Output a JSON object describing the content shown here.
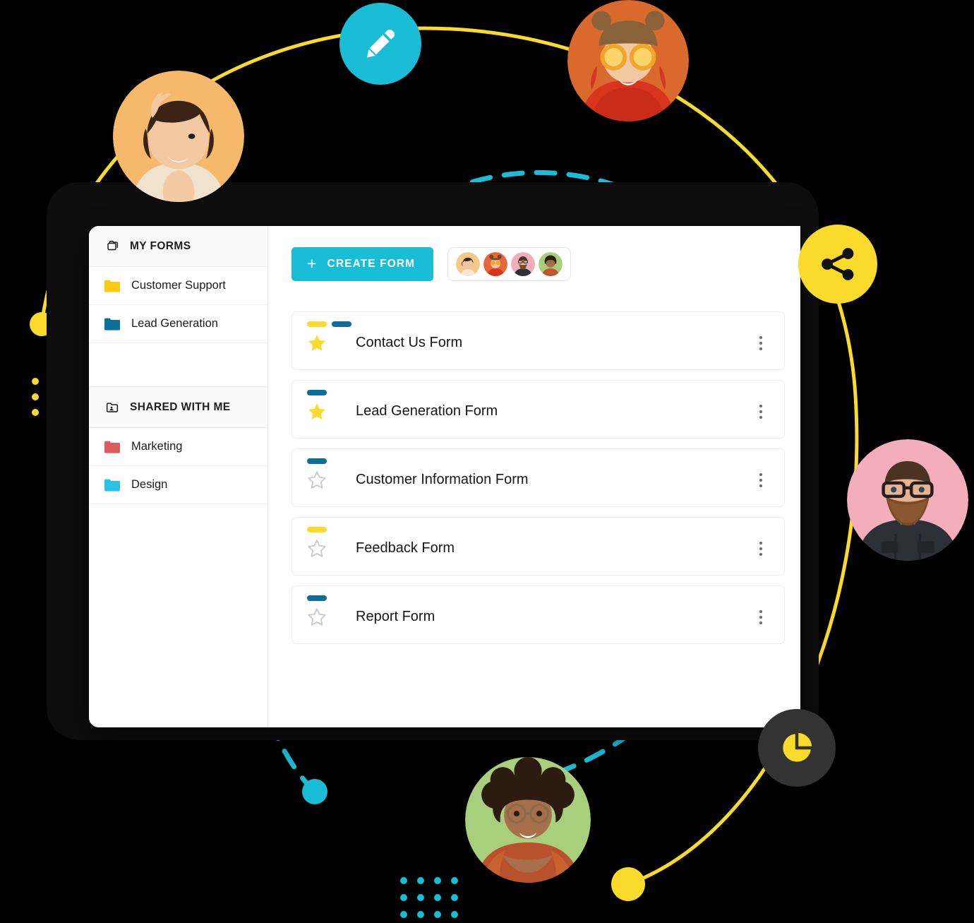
{
  "sidebar": {
    "sections": [
      {
        "icon": "folders-icon",
        "title": "MY FORMS",
        "items": [
          {
            "label": "Customer Support",
            "color": "#fdcb0c",
            "icon": "folder-icon"
          },
          {
            "label": "Lead Generation",
            "color": "#0b6e9b",
            "icon": "folder-icon"
          }
        ]
      },
      {
        "icon": "shared-folder-icon",
        "title": "SHARED WITH ME",
        "items": [
          {
            "label": "Marketing",
            "color": "#e05c5c",
            "icon": "folder-icon"
          },
          {
            "label": "Design",
            "color": "#29c3e8",
            "icon": "folder-icon"
          }
        ]
      }
    ]
  },
  "toolbar": {
    "create_label": "CREATE FORM",
    "create_plus": "+",
    "avatars": [
      {
        "name": "avatar-1",
        "bg": "#f6c98a",
        "skin": "#f0c5a0",
        "hair": "#3a2418",
        "shirt": "#f2e9d6"
      },
      {
        "name": "avatar-2",
        "bg": "#e8643c",
        "skin": "#f0c5a0",
        "hair": "#6b4a2a",
        "shirt": "#d8351f"
      },
      {
        "name": "avatar-3",
        "bg": "#f4aebb",
        "skin": "#e8bb9a",
        "hair": "#4a3324",
        "shirt": "#2d3036"
      },
      {
        "name": "avatar-4",
        "bg": "#a8cf7c",
        "skin": "#a9714a",
        "hair": "#2c1c12",
        "shirt": "#c1562e"
      }
    ]
  },
  "forms": [
    {
      "name": "Contact Us Form",
      "starred": true,
      "tags": [
        "#fada2a",
        "#0b6e9b"
      ]
    },
    {
      "name": "Lead Generation Form",
      "starred": true,
      "tags": [
        "#0b6e9b"
      ]
    },
    {
      "name": "Customer Information Form",
      "starred": false,
      "tags": [
        "#0b6e9b"
      ]
    },
    {
      "name": "Feedback Form",
      "starred": false,
      "tags": [
        "#fada2a"
      ]
    },
    {
      "name": "Report Form",
      "starred": false,
      "tags": [
        "#0b6e9b"
      ]
    }
  ],
  "badges": [
    {
      "name": "pencil-badge",
      "icon": "pencil-icon",
      "bg": "#19bdd6"
    },
    {
      "name": "share-badge",
      "icon": "share-icon",
      "bg": "#fada2a"
    },
    {
      "name": "chart-badge",
      "icon": "pie-chart-icon",
      "bg": "#333333"
    }
  ],
  "photos": [
    {
      "name": "photo-top-left",
      "bg": "#f6b96b",
      "skin": "#f3c9a4",
      "hair": "#3b2416",
      "shirt": "#f0e2cd"
    },
    {
      "name": "photo-top-right",
      "bg": "#d9692c",
      "skin": "#f0c8a4",
      "hair": "#8a6239",
      "shirt": "#d8351f"
    },
    {
      "name": "photo-right",
      "bg": "#f4aebb",
      "skin": "#e6b394",
      "hair": "#4a3323",
      "shirt": "#2c3037"
    },
    {
      "name": "photo-bottom",
      "bg": "#a8cf7c",
      "skin": "#a8704a",
      "hair": "#2b1b11",
      "shirt": "#b8512c"
    }
  ],
  "decorations": {
    "yellow": "#fada2a",
    "cyan": "#19bdd6",
    "dot_grid_yellow": {
      "cols": 5,
      "rows": 3
    },
    "dot_grid_cyan": {
      "cols": 4,
      "rows": 4
    }
  }
}
